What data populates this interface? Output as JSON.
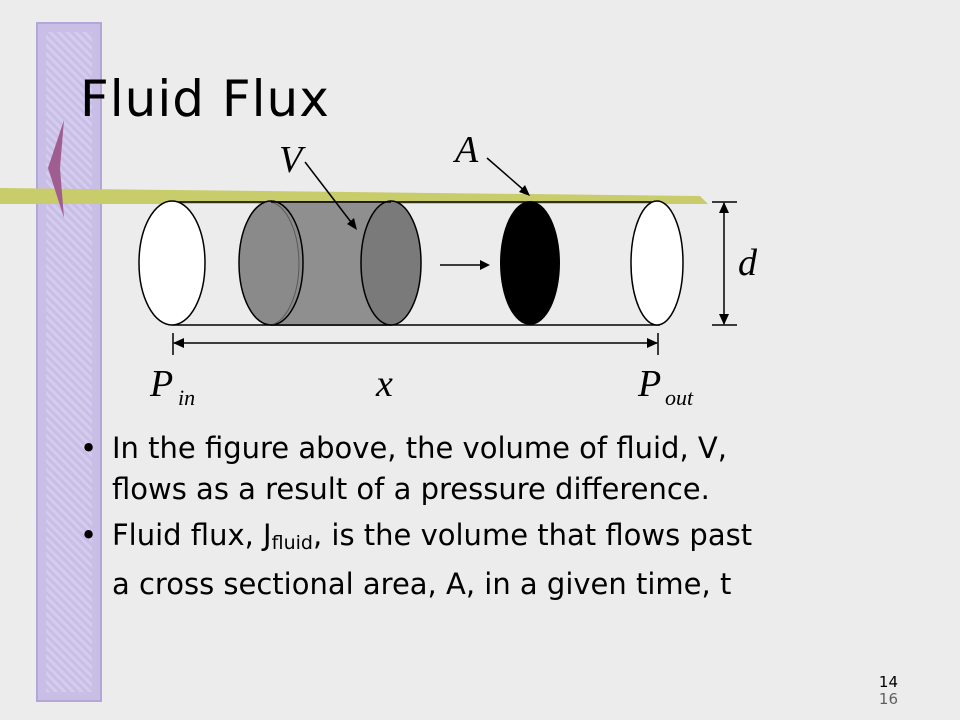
{
  "title": "Fluid Flux",
  "figure": {
    "label_V": "V",
    "label_A": "A",
    "label_d": "d",
    "label_x": "x",
    "label_P": "P",
    "sub_in": "in",
    "sub_out": "out"
  },
  "bullets": [
    {
      "marker": "•",
      "line1": "In the figure above, the volume of fluid, V,",
      "line2": "flows as a result of a pressure difference."
    },
    {
      "marker": "•",
      "pre": "Fluid flux, J",
      "sub": "fluid",
      "post": ", is the volume that flows past",
      "line2": "a cross sectional area, A, in a given time, t"
    }
  ],
  "page_numbers": [
    "14",
    "16"
  ],
  "colors": {
    "accent_bar": "#c8cc6a",
    "left_bar": "#c9bfe6",
    "chevron": "#a05d8f"
  }
}
